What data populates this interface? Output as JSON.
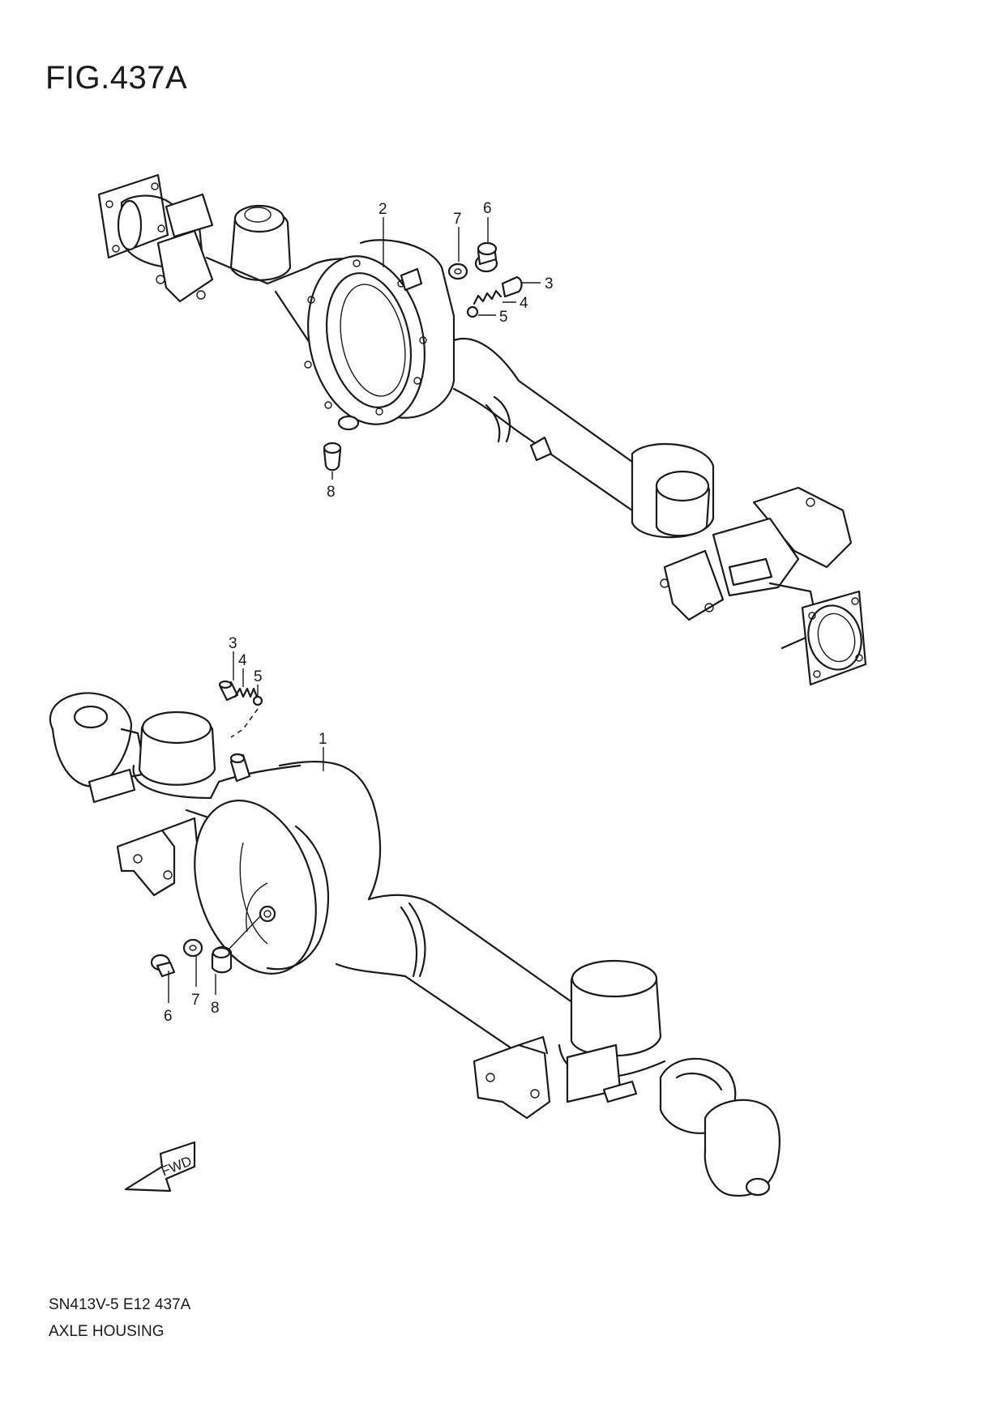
{
  "figure": {
    "title": "FIG.437A"
  },
  "footer": {
    "code": "SN413V-5 E12 437A",
    "name": "AXLE HOUSING"
  },
  "fwd_label": "FWD",
  "callouts_upper": {
    "c2": "2",
    "c7": "7",
    "c6": "6",
    "c3": "3",
    "c4": "4",
    "c5": "5",
    "c8": "8"
  },
  "callouts_lower": {
    "c3": "3",
    "c4": "4",
    "c5": "5",
    "c1": "1",
    "c6": "6",
    "c7": "7",
    "c8": "8"
  }
}
